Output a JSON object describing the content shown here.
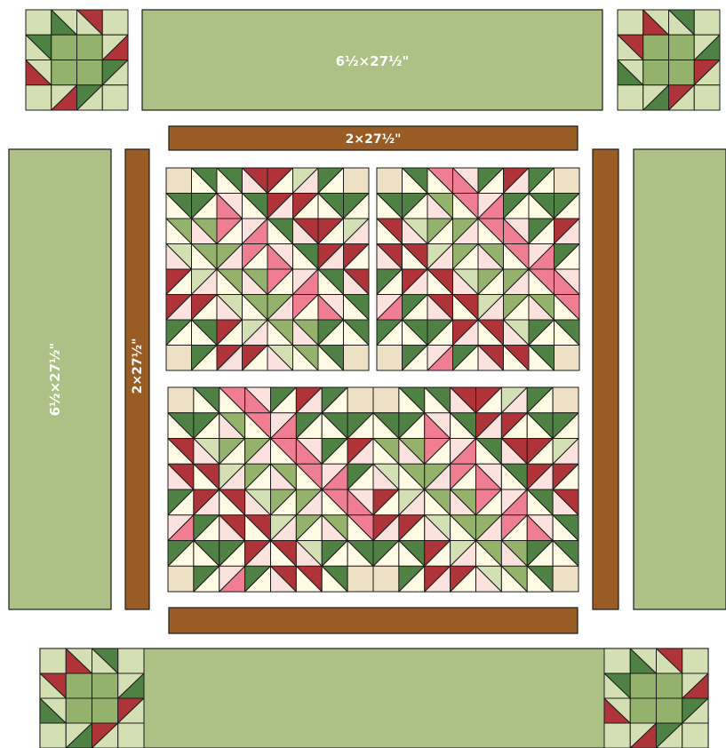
{
  "labels": {
    "top_border": "6½×27½\"",
    "top_sashing": "2×27½\"",
    "left_border": "6½×27½\"",
    "left_sashing": "2×27½\""
  },
  "colors": {
    "border_green": "#adc085",
    "sashing_brown": "#985c24",
    "cream": "#fffbe4",
    "tan": "#ede0c4",
    "light_green": "#d4dfb4",
    "medium_green": "#94b26c",
    "dark_green": "#4f8145",
    "dark_red": "#ae343a",
    "pink": "#ef7e92",
    "light_pink": "#fbe2de",
    "outline": "#1c1c1c"
  }
}
